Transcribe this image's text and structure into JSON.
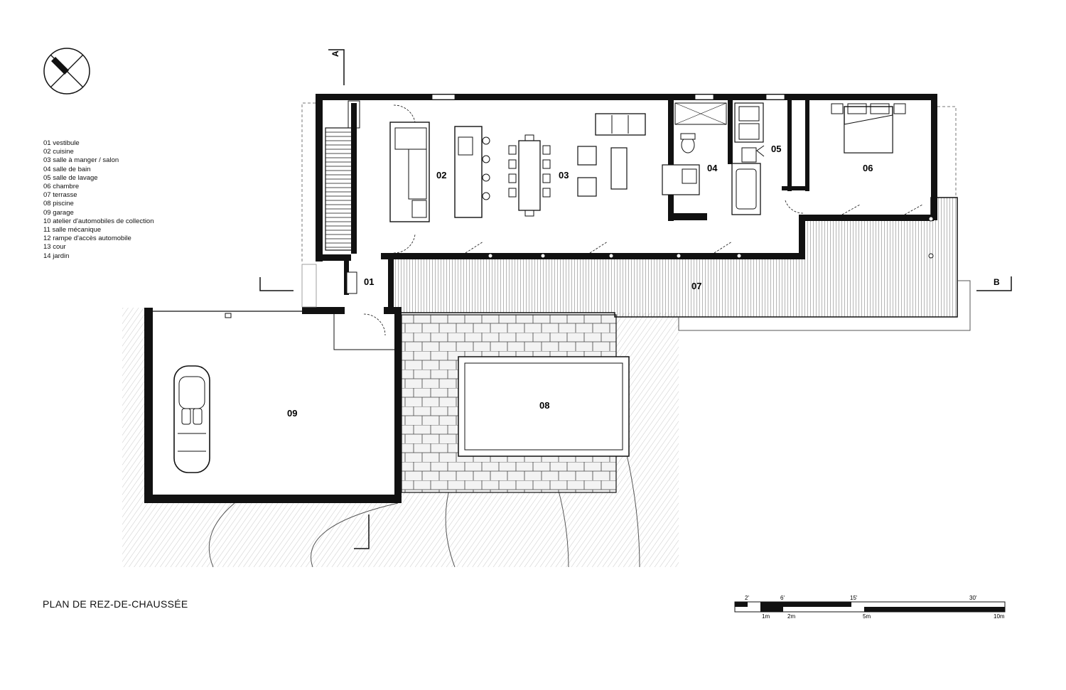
{
  "title": "PLAN DE REZ-DE-CHAUSSÉE",
  "legend": [
    "01  vestibule",
    "02  cuisine",
    "03  salle à manger / salon",
    "04  salle de bain",
    "05  salle de lavage",
    "06  chambre",
    "07  terrasse",
    "08  piscine",
    "09  garage",
    "10  atelier d'automobiles de collection",
    "11  salle mécanique",
    "12  rampe d'accès automobile",
    "13  cour",
    "14  jardin"
  ],
  "rooms": {
    "r01": "01",
    "r02": "02",
    "r03": "03",
    "r04": "04",
    "r05": "05",
    "r06": "06",
    "r07": "07",
    "r08": "08",
    "r09": "09"
  },
  "section_markers": {
    "a": "A",
    "b": "B"
  },
  "scale": {
    "feet": [
      "2'",
      "6'",
      "15'",
      "30'"
    ],
    "meters": [
      "1m",
      "2m",
      "5m",
      "10m"
    ]
  }
}
